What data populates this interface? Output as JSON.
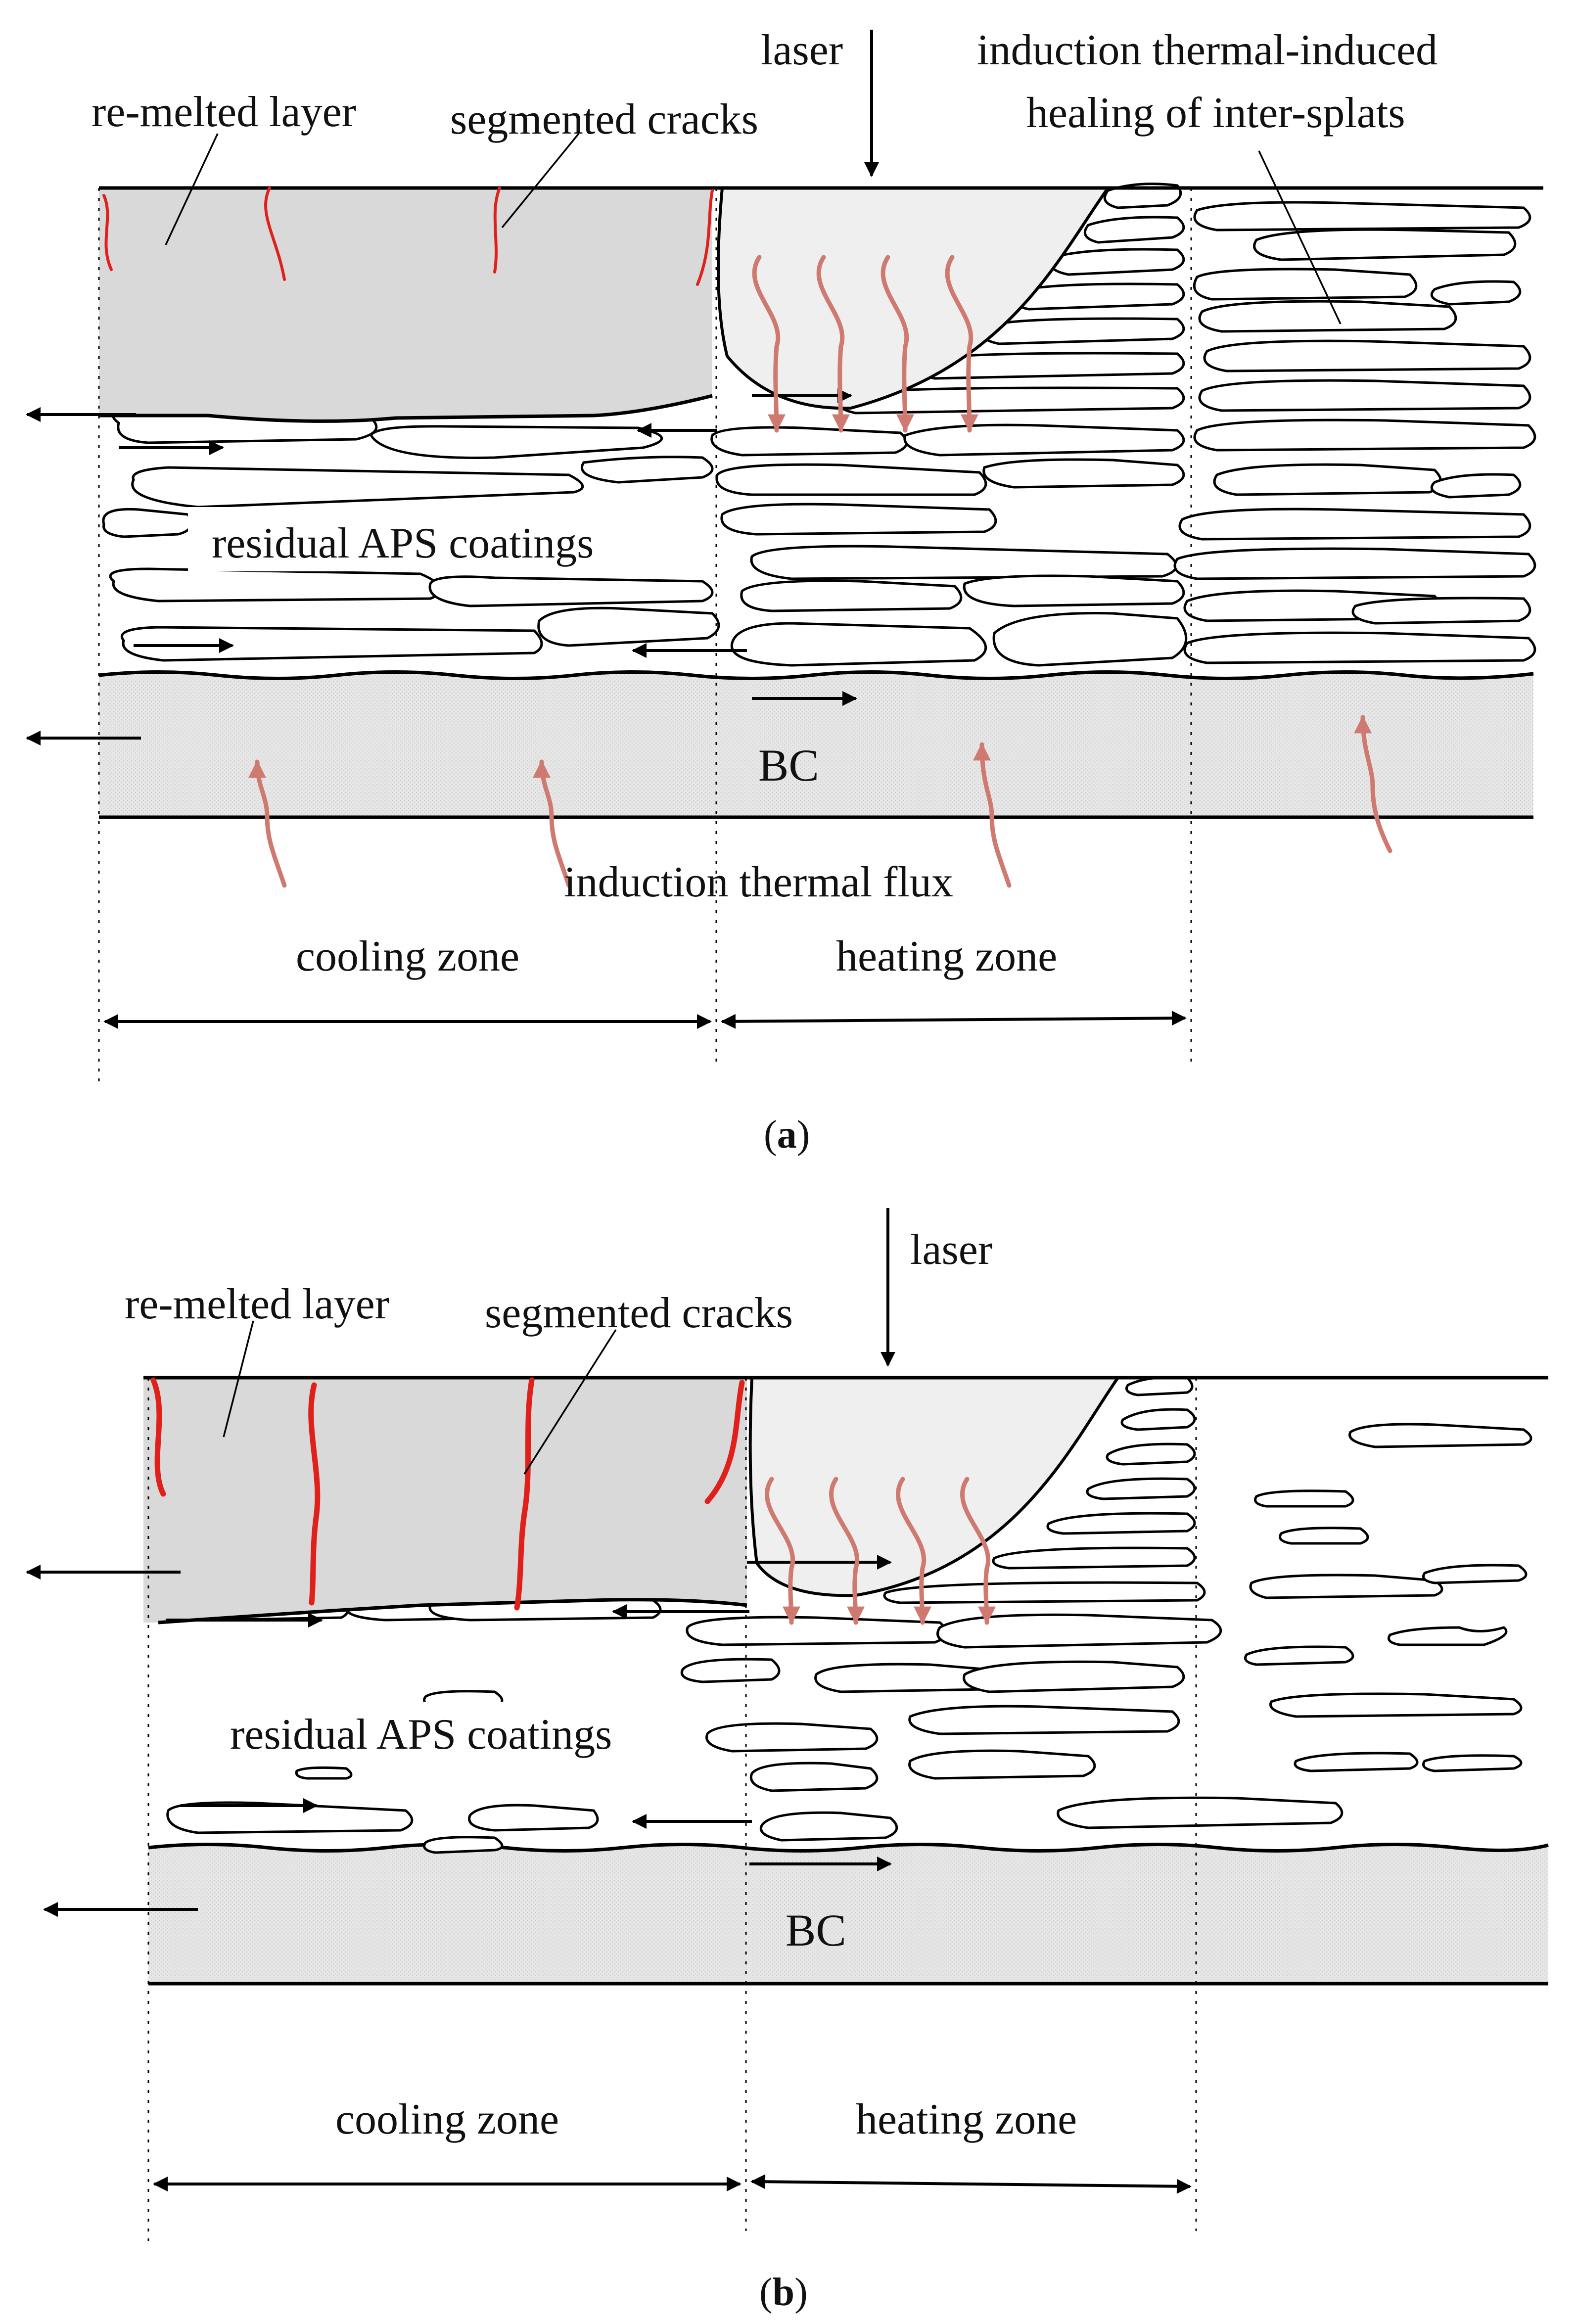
{
  "panel_a": {
    "laser": "laser",
    "remelted_layer": "re-melted layer",
    "segmented_cracks": "segmented cracks",
    "healing_line1": "induction thermal-induced",
    "healing_line2": "healing of inter-splats",
    "residual": "residual APS coatings",
    "bc": "BC",
    "flux": "induction thermal flux",
    "cooling": "cooling zone",
    "heating": "heating zone",
    "caption_open": "(",
    "caption_letter": "a",
    "caption_close": ")"
  },
  "panel_b": {
    "laser": "laser",
    "remelted_layer": "re-melted layer",
    "segmented_cracks": "segmented cracks",
    "residual": "residual APS coatings",
    "bc": "BC",
    "cooling": "cooling zone",
    "heating": "heating zone",
    "caption_open": "(",
    "caption_letter": "b",
    "caption_close": ")"
  },
  "colors": {
    "remelted_fill": "#d9d9d9",
    "melt_pool_fill": "#efefef",
    "bond_coat_fill": "#e4e4e4",
    "crack": "#e0201b",
    "thermal_flux": "#cf7a70"
  }
}
